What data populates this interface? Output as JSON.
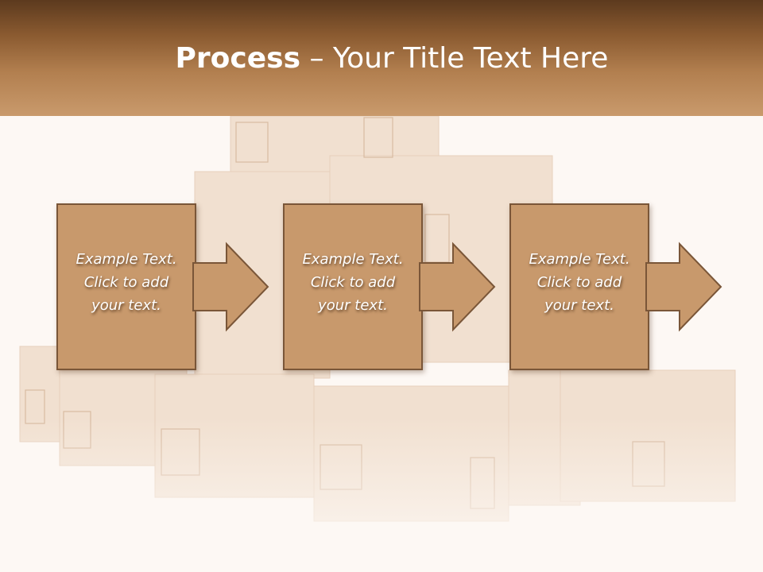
{
  "slide": {
    "title_bold": "Process",
    "title_rest": " – Your Title Text Here"
  },
  "steps": [
    {
      "text": "Example Text.\nClick  to add\nyour text."
    },
    {
      "text": "Example Text.\nClick  to add\nyour text."
    },
    {
      "text": "Example Text.\nClick  to add\nyour text."
    }
  ],
  "colors": {
    "header_dark": "#5c3a1e",
    "header_light": "#c99a6c",
    "box_fill": "#c8996c",
    "box_border": "#7a5638",
    "background": "#fdf8f4"
  },
  "icons": [
    "arrow-right-icon"
  ]
}
